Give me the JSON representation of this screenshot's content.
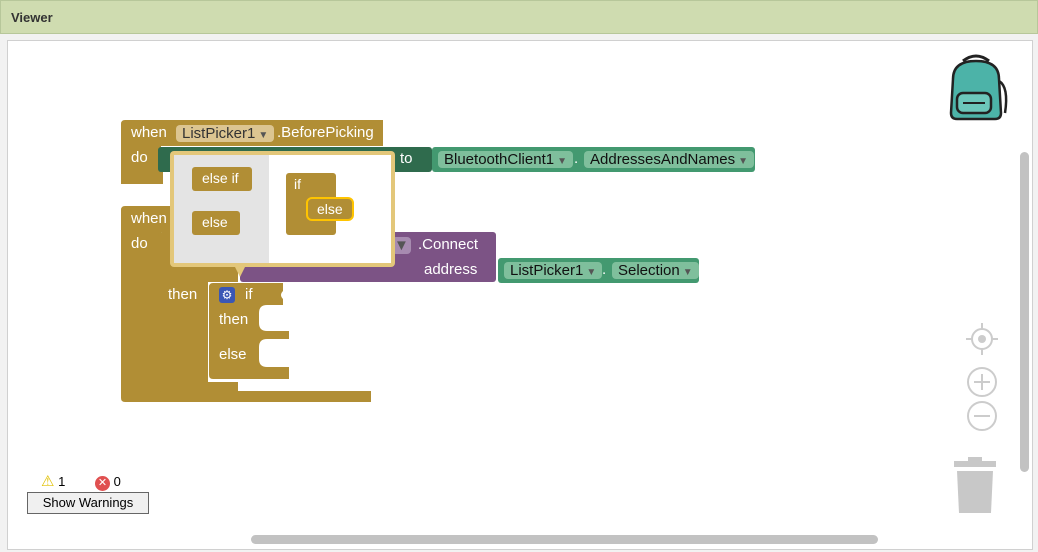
{
  "header": {
    "title": "Viewer"
  },
  "block1": {
    "when": "when",
    "component": "ListPicker1",
    "event": ".BeforePicking",
    "do": "do",
    "to": "to",
    "bt_component": "BluetoothClient1",
    "dot": ".",
    "bt_property": "AddressesAndNames"
  },
  "block2": {
    "when": "when",
    "do": "do",
    "method": ".Connect",
    "address": "address",
    "lp_component": "ListPicker1",
    "dot": ".",
    "lp_property": "Selection",
    "then": "then"
  },
  "if_block": {
    "if": "if",
    "then": "then",
    "else": "else"
  },
  "mutator": {
    "else_if": "else if",
    "else": "else",
    "preview_if": "if",
    "preview_else": "else"
  },
  "warnings": {
    "warning_count": "1",
    "error_count": "0",
    "button_label": "Show Warnings"
  },
  "colors": {
    "event_block": "#b18e35",
    "bluetooth_block": "#439970",
    "dark_green": "#2f6b4d",
    "purple_block": "#7c5385",
    "header": "#cfdcb0"
  }
}
